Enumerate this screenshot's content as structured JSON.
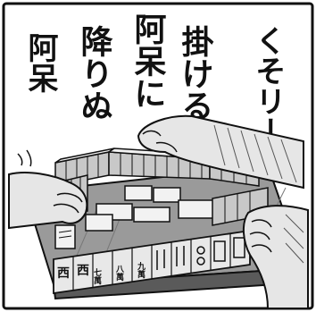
{
  "illustration": {
    "title_columns": [
      "くそリーチ",
      "掛ける",
      "阿呆に",
      "降りぬ",
      "阿呆"
    ],
    "hand_tiles": [
      "西",
      "西",
      "七萬",
      "八萬",
      "九萬"
    ],
    "colors": {
      "ink": "#111111",
      "paper": "#ffffff",
      "table": "#9a9a9a",
      "table_edge": "#5a5a5a",
      "tile_face": "#f2f2f2",
      "tile_side": "#c8c8c8",
      "skin": "#e6e6e6"
    }
  }
}
